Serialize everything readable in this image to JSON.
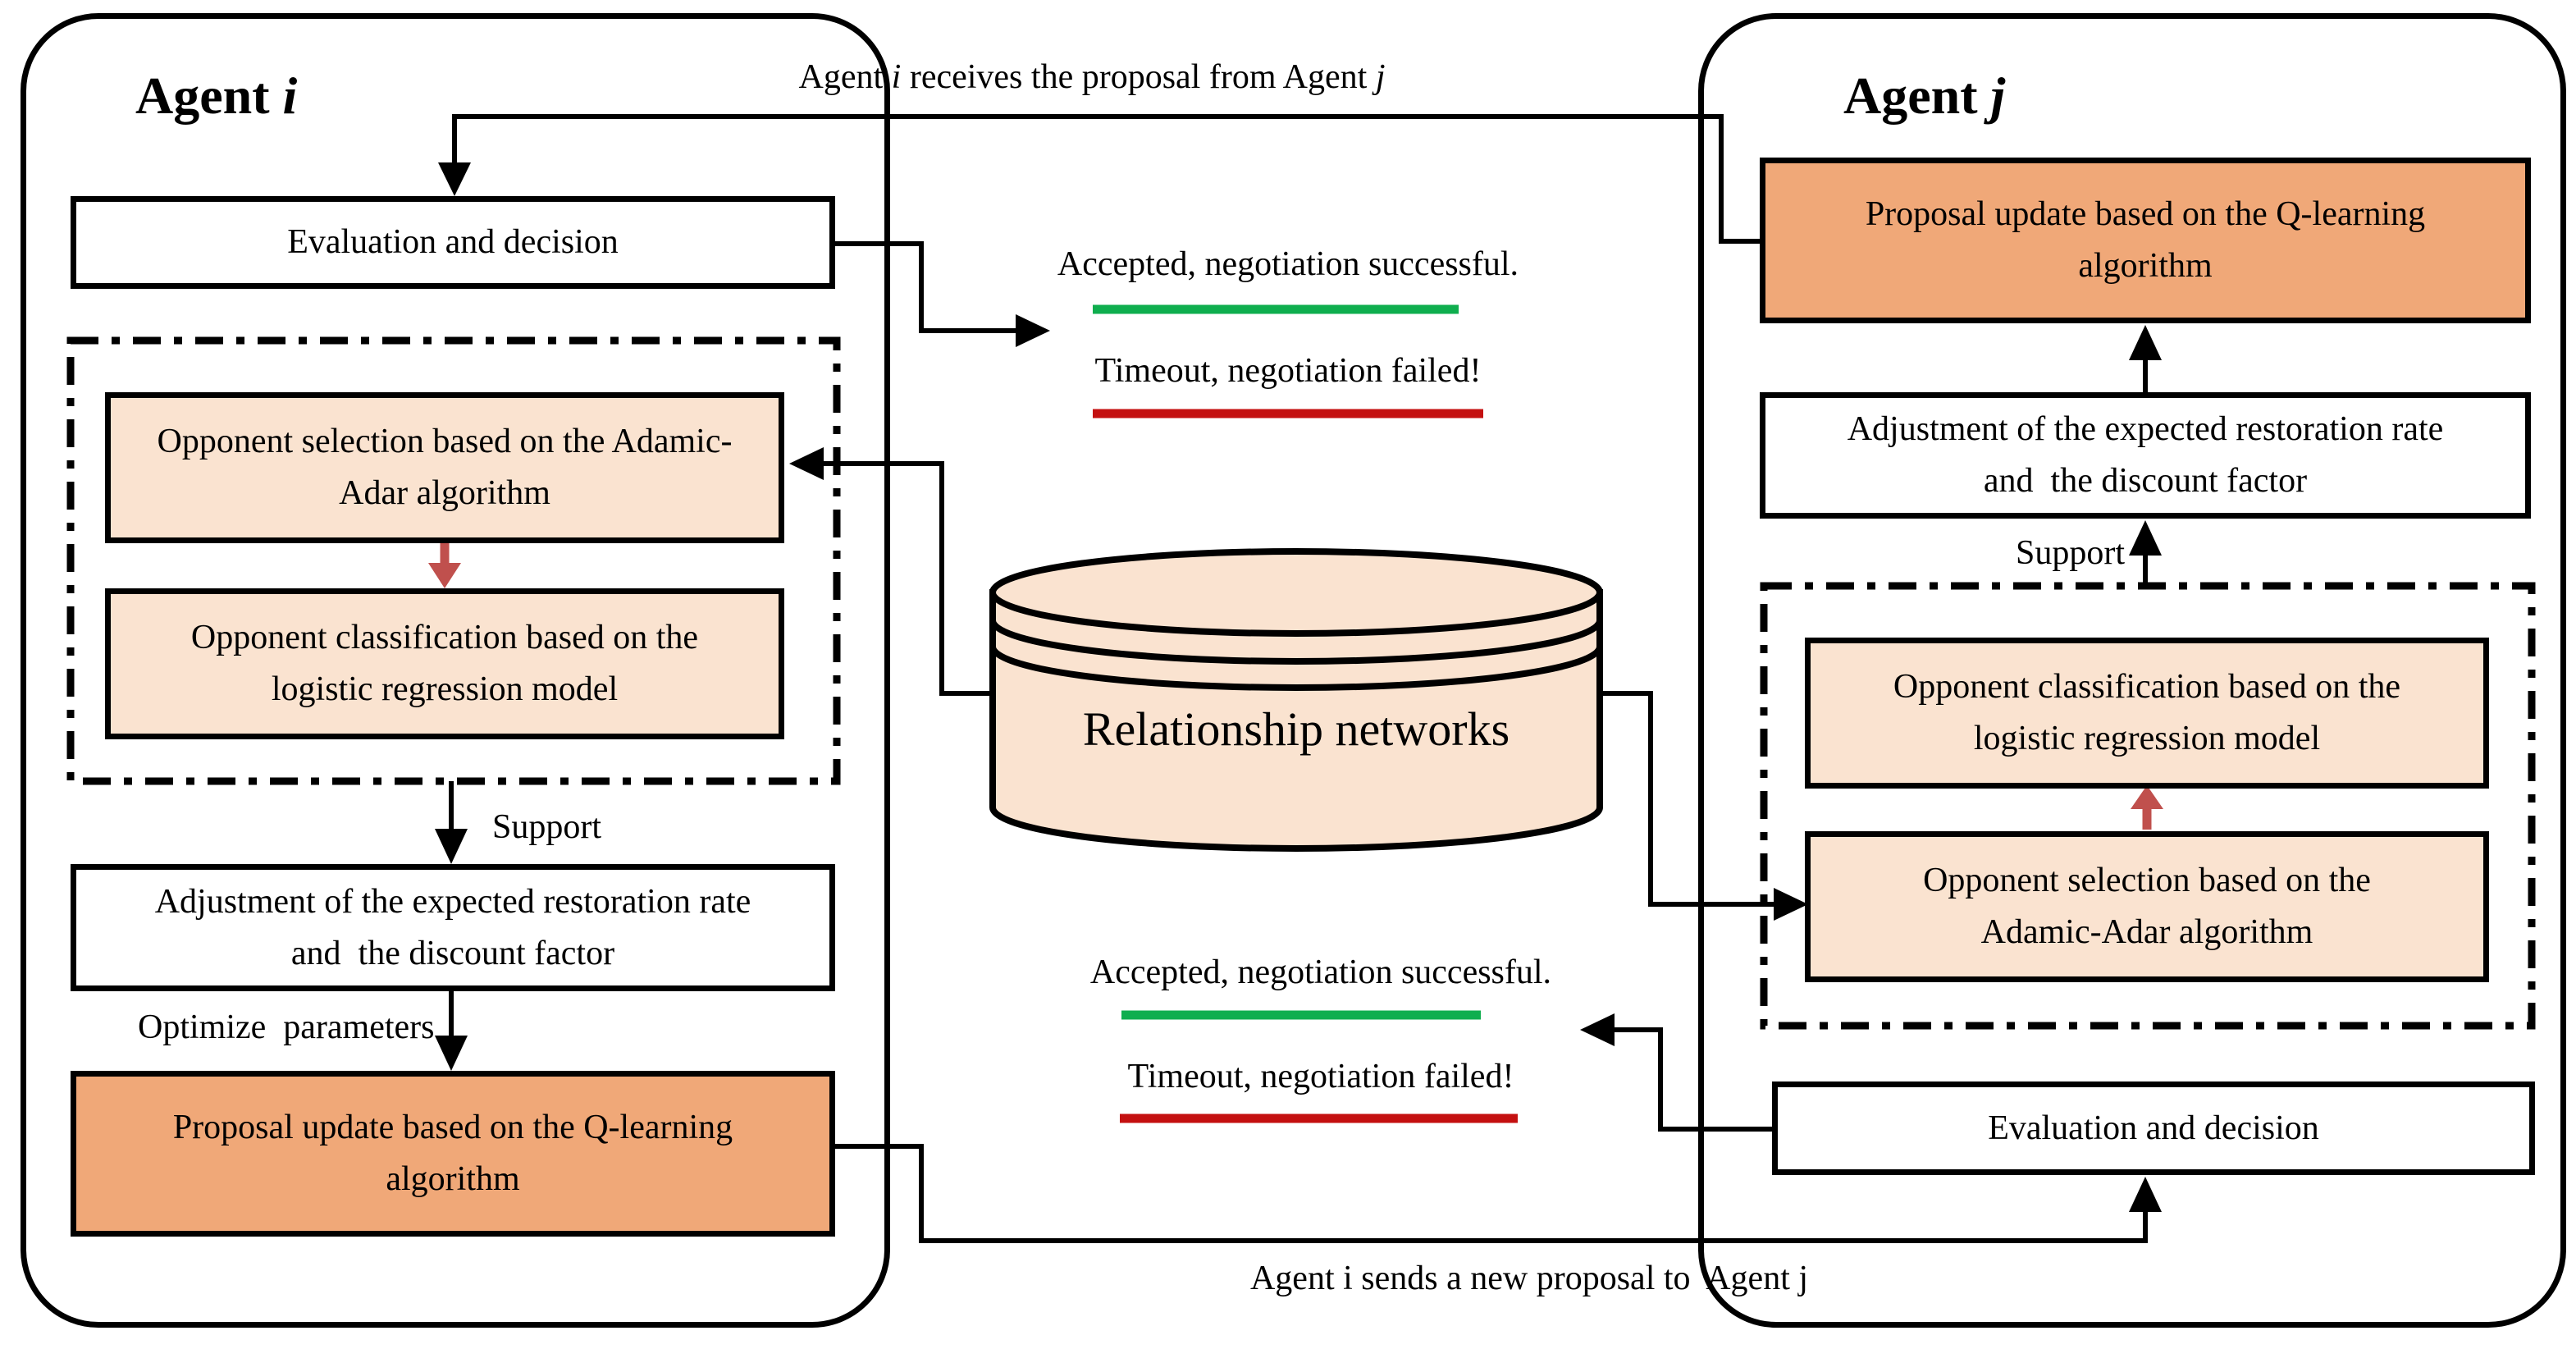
{
  "agent_i": {
    "title": "Agent ",
    "title_var": "i",
    "evaluation_box": "Evaluation and decision",
    "opponent_selection_line1": "Opponent selection based on the Adamic-",
    "opponent_selection_line2": "Adar algorithm",
    "opponent_classification_line1": "Opponent classification based on the",
    "opponent_classification_line2": "logistic regression model",
    "support_label": "Support",
    "adjustment_line1": "Adjustment of the expected restoration rate",
    "adjustment_line2": "and  the discount factor",
    "optimize_label": "Optimize  parameters",
    "proposal_line1": "Proposal update based on the Q-learning",
    "proposal_line2": "algorithm"
  },
  "agent_j": {
    "title": "Agent ",
    "title_var": "j",
    "proposal_line1": "Proposal update based on the Q-learning",
    "proposal_line2": "algorithm",
    "adjustment_line1": "Adjustment of the expected restoration rate",
    "adjustment_line2": "and  the discount factor",
    "support_label": "Support",
    "opponent_classification_line1": "Opponent classification based on the",
    "opponent_classification_line2": "logistic regression model",
    "opponent_selection_line1": "Opponent selection based on the",
    "opponent_selection_line2": "Adamic-Adar algorithm",
    "evaluation_box": "Evaluation and decision"
  },
  "center": {
    "database_label": "Relationship networks",
    "top_annotation": {
      "p1": "Agent ",
      "i": "i",
      "p2": " receives the proposal from Agent ",
      "j": "j"
    },
    "bottom_annotation": "Agent i sends a new proposal to  Agent j",
    "results_top": {
      "accepted": "Accepted, negotiation successful.",
      "timeout": "Timeout, negotiation failed!"
    },
    "results_bottom": {
      "accepted": "Accepted, negotiation successful.",
      "timeout": "Timeout, negotiation failed!"
    }
  },
  "colors": {
    "box_peach": "#FAE3D0",
    "box_orange": "#F0A878",
    "arrow_red": "#C0504D",
    "line_green": "#0FAE4E",
    "line_red": "#C41010",
    "ink": "#000000"
  }
}
